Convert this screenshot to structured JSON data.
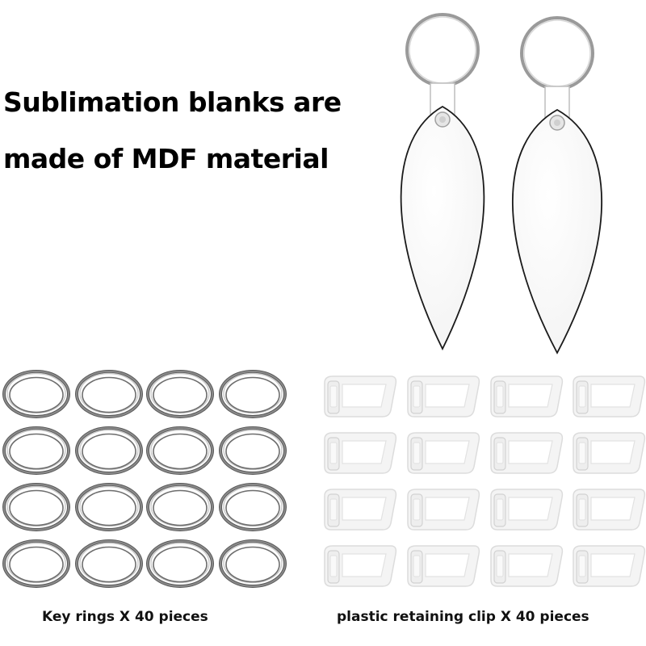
{
  "headline": {
    "line1": "Sublimation blanks are",
    "line2": "made of MDF material"
  },
  "captions": {
    "key_rings": "Key rings X 40 pieces",
    "clips": "plastic retaining clip X 40 pieces"
  },
  "colors": {
    "ring_metal": "#8a8a8a",
    "tag_fill": "#ffffff",
    "tag_outline": "#1a1a1a",
    "clip_fill": "#f4f4f4"
  },
  "grids": {
    "ring_rows": 4,
    "ring_cols": 4,
    "clip_rows": 4,
    "clip_cols": 4
  }
}
